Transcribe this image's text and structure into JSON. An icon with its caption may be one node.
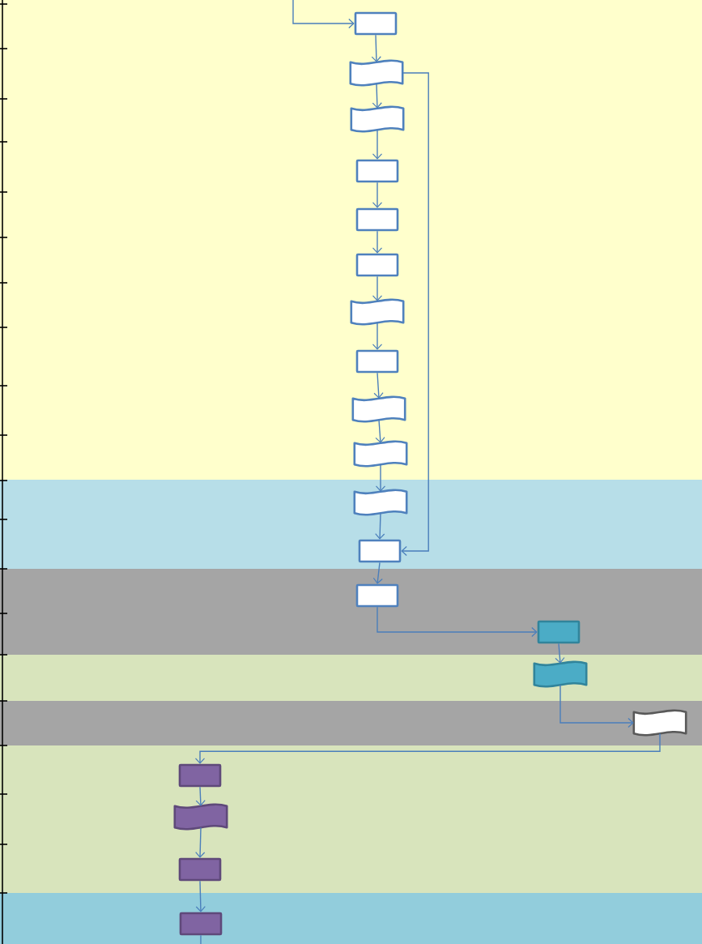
{
  "diagram": {
    "nodes": [
      {
        "text": [],
        "shape": "box"
      },
      {
        "text": [],
        "shape": "document"
      },
      {
        "text": [],
        "shape": "document"
      },
      {
        "text": [],
        "shape": "box"
      },
      {
        "text": [],
        "shape": "box"
      },
      {
        "text": [],
        "shape": "box"
      },
      {
        "text": [],
        "shape": "document"
      },
      {
        "text": [],
        "shape": "box"
      },
      {
        "text": [],
        "shape": "document"
      },
      {
        "text": [],
        "shape": "document"
      },
      {
        "text": [],
        "shape": "document"
      },
      {
        "text": [],
        "shape": "box"
      },
      {
        "text": [],
        "shape": "box"
      },
      {
        "text": [],
        "shape": "box"
      },
      {
        "text": [],
        "shape": "document"
      },
      {
        "text": [],
        "shape": "document"
      },
      {
        "text": [],
        "shape": "box"
      },
      {
        "text": [],
        "shape": "document"
      },
      {
        "text": [],
        "shape": "box"
      },
      {
        "text": [],
        "shape": "box"
      }
    ],
    "edges": [
      {
        "from": null,
        "to": 0,
        "arrow": "to"
      },
      {
        "from": 0,
        "to": 1,
        "arrow": "to"
      },
      {
        "from": 1,
        "to": 2,
        "arrow": "to"
      },
      {
        "from": 2,
        "to": 3,
        "arrow": "to"
      },
      {
        "from": 3,
        "to": 4,
        "arrow": "to"
      },
      {
        "from": 4,
        "to": 5,
        "arrow": "to"
      },
      {
        "from": 5,
        "to": 6,
        "arrow": "to"
      },
      {
        "from": 6,
        "to": 7,
        "arrow": "to"
      },
      {
        "from": 7,
        "to": 8,
        "arrow": "to"
      },
      {
        "from": 8,
        "to": 9,
        "arrow": "to"
      },
      {
        "from": 9,
        "to": 10,
        "arrow": "to"
      },
      {
        "from": 10,
        "to": 11,
        "arrow": "to"
      },
      {
        "from": 1,
        "to": 11,
        "arrow": "to"
      },
      {
        "from": 11,
        "to": 12,
        "arrow": "to"
      },
      {
        "from": 12,
        "to": 13,
        "arrow": "to"
      },
      {
        "from": 13,
        "to": 14,
        "arrow": "to"
      },
      {
        "from": 14,
        "to": 15,
        "arrow": "to"
      },
      {
        "from": 15,
        "to": 16,
        "arrow": "to"
      },
      {
        "from": 16,
        "to": 17,
        "arrow": "to"
      },
      {
        "from": 17,
        "to": 18,
        "arrow": "to"
      },
      {
        "from": 18,
        "to": 19,
        "arrow": "to"
      },
      {
        "from": 19,
        "to": null,
        "arrow": "none"
      }
    ]
  }
}
